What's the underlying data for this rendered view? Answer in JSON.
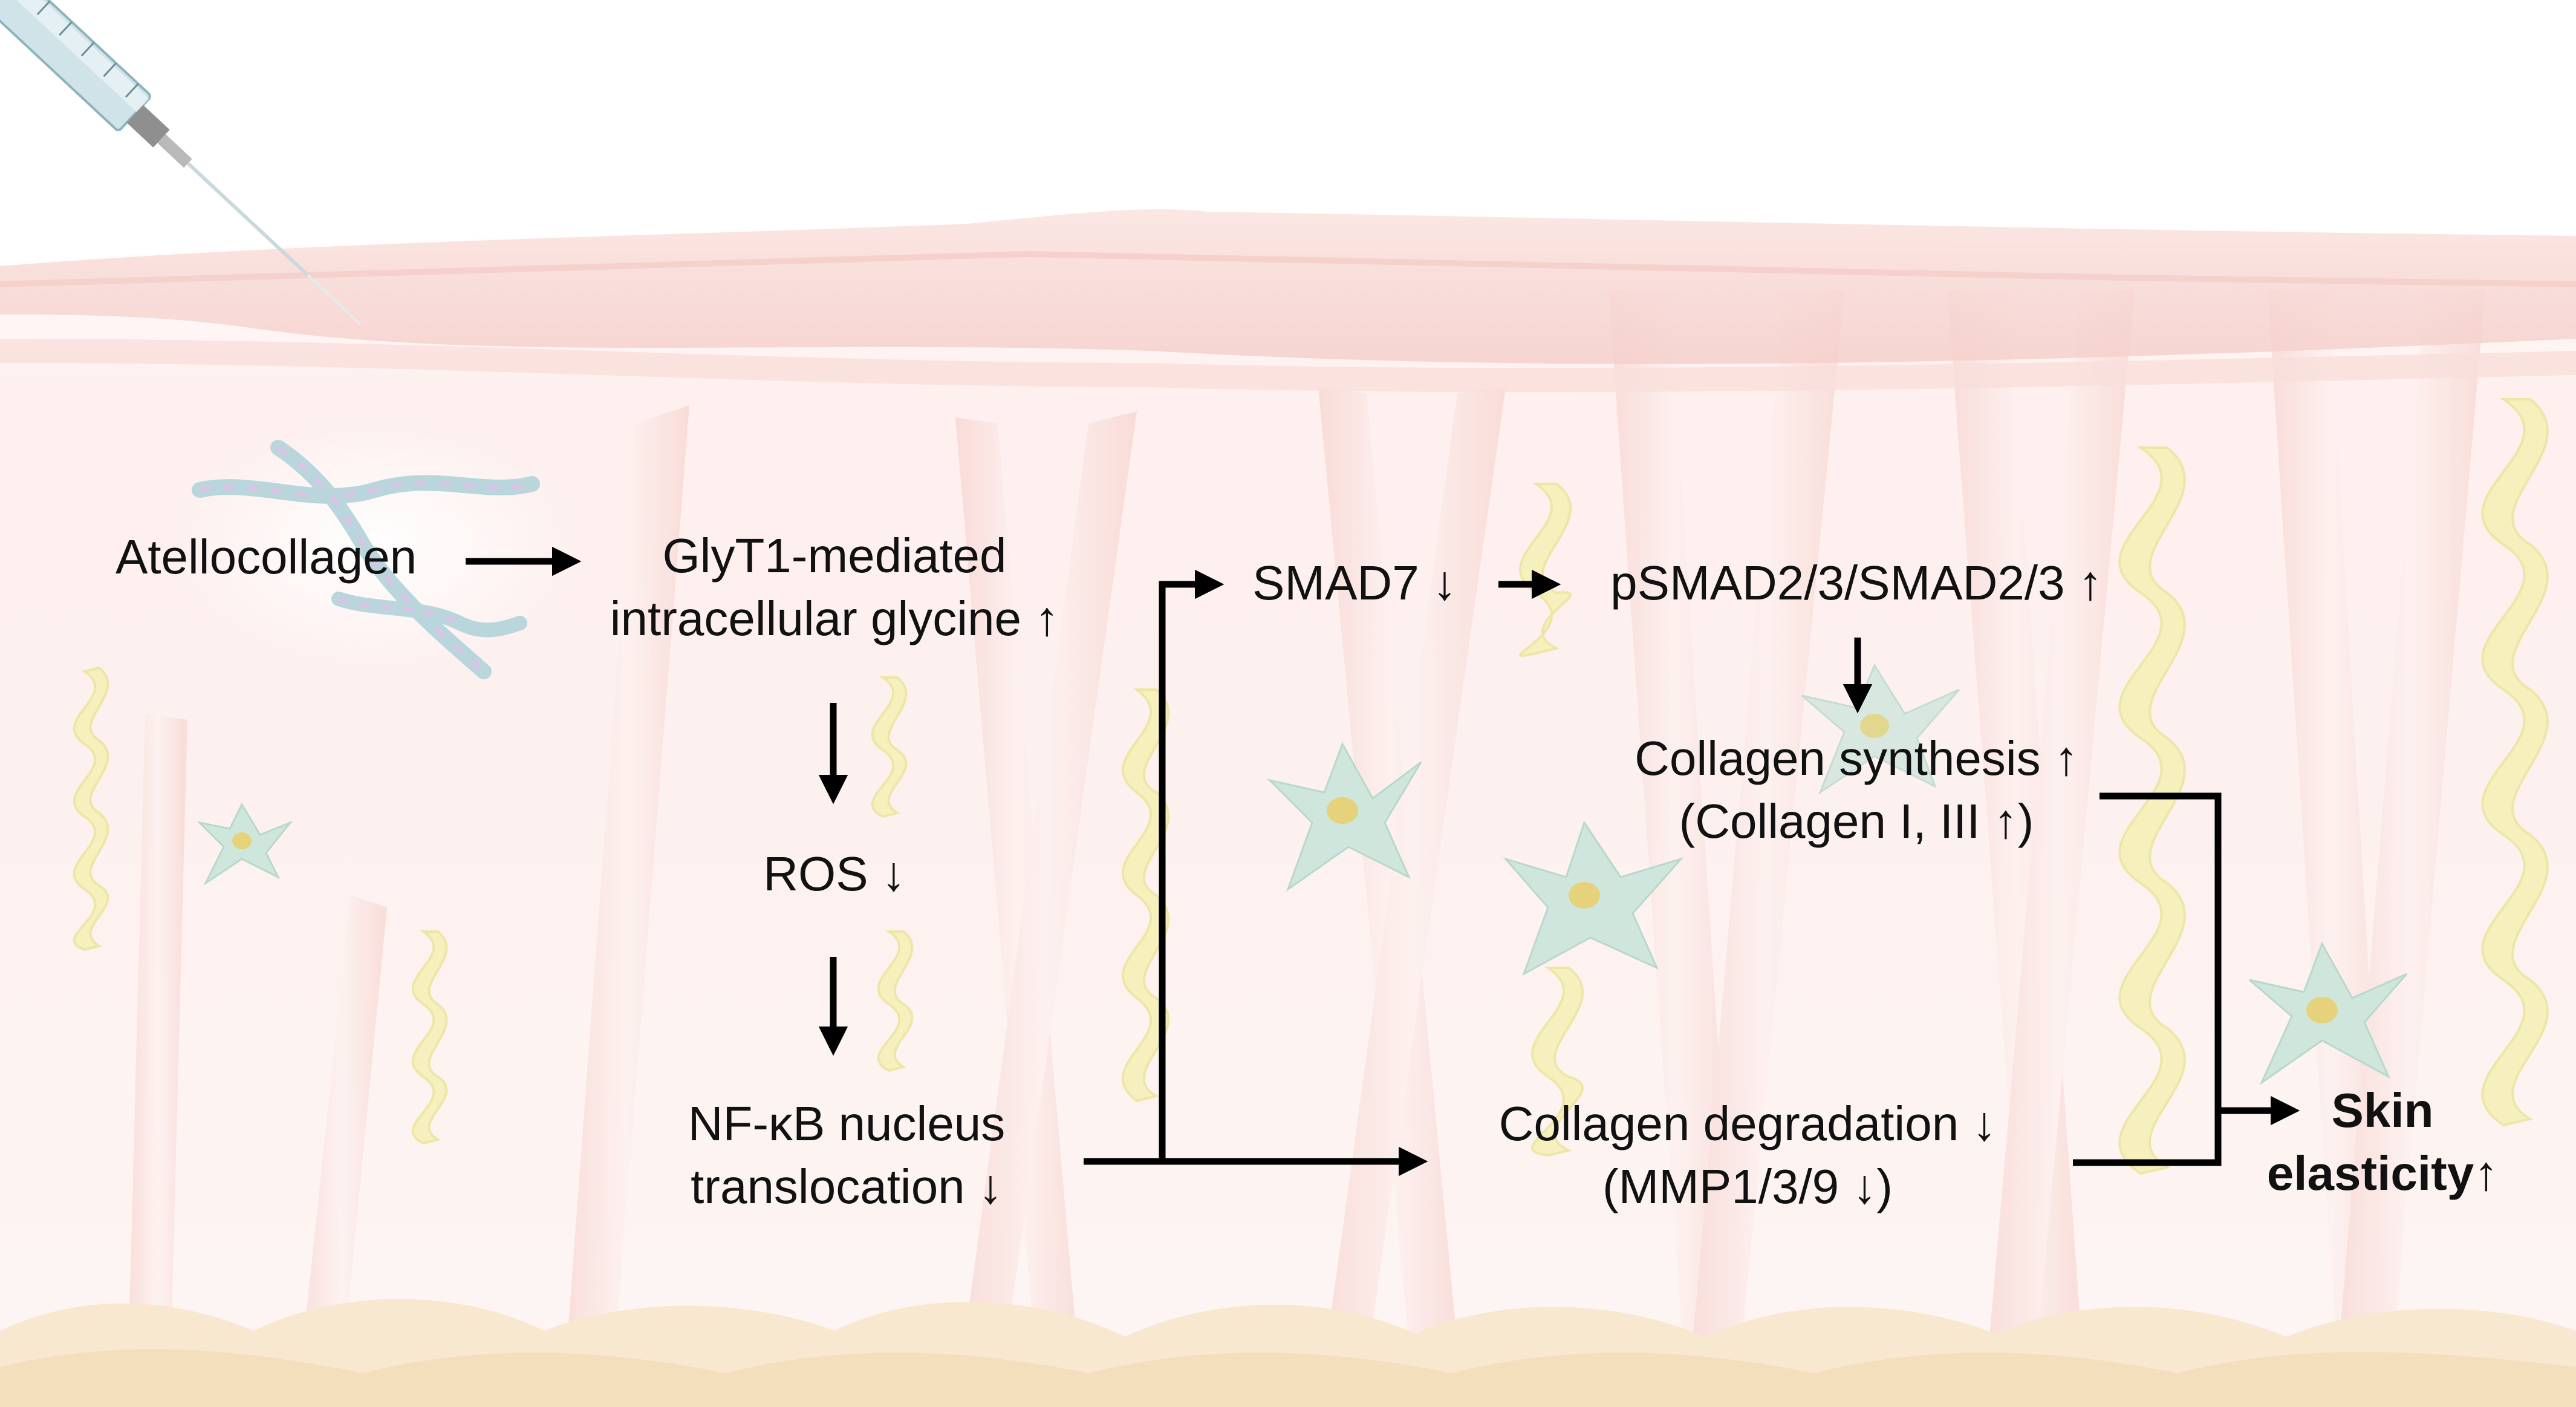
{
  "diagram": {
    "nodes": {
      "atellocollagen": {
        "lines": [
          "Atellocollagen"
        ]
      },
      "glyt1": {
        "lines": [
          "GlyT1-mediated",
          "intracellular glycine ↑"
        ]
      },
      "ros": {
        "lines": [
          "ROS ↓"
        ]
      },
      "nfkb": {
        "lines": [
          "NF-κB nucleus",
          "translocation ↓"
        ]
      },
      "smad7": {
        "lines": [
          "SMAD7 ↓"
        ]
      },
      "psmad": {
        "lines": [
          "pSMAD2/3/SMAD2/3 ↑"
        ]
      },
      "synthesis": {
        "lines": [
          "Collagen synthesis ↑",
          "(Collagen I, III ↑)"
        ]
      },
      "degradation": {
        "lines": [
          "Collagen degradation ↓",
          "(MMP1/3/9 ↓)"
        ]
      },
      "skin": {
        "lines": [
          "Skin",
          "elasticity↑"
        ]
      }
    },
    "edges": [
      {
        "from": "atellocollagen",
        "to": "glyt1"
      },
      {
        "from": "glyt1",
        "to": "ros"
      },
      {
        "from": "ros",
        "to": "nfkb"
      },
      {
        "from": "nfkb",
        "to": "smad7"
      },
      {
        "from": "nfkb",
        "to": "degradation"
      },
      {
        "from": "smad7",
        "to": "psmad"
      },
      {
        "from": "psmad",
        "to": "synthesis"
      },
      {
        "from": "synthesis",
        "to": "skin"
      },
      {
        "from": "degradation",
        "to": "skin"
      }
    ]
  },
  "illustration": {
    "elements": [
      "syringe-icon",
      "collagen-fibril-icon",
      "fibroblast-icon",
      "collagen-helix-icon",
      "skin-layer",
      "fat-layer"
    ],
    "colors": {
      "skin_base": "#fbe9e7",
      "epidermis": "#f6d2cf",
      "dermis_strand": "#f7dcd8",
      "helix": "#f4f0b4",
      "fibroblast": "#cfe6dd",
      "fibroblast_nucleus": "#e6d27a",
      "fat": "#f8e8cf",
      "arrow": "#000000",
      "text": "#111111"
    }
  }
}
